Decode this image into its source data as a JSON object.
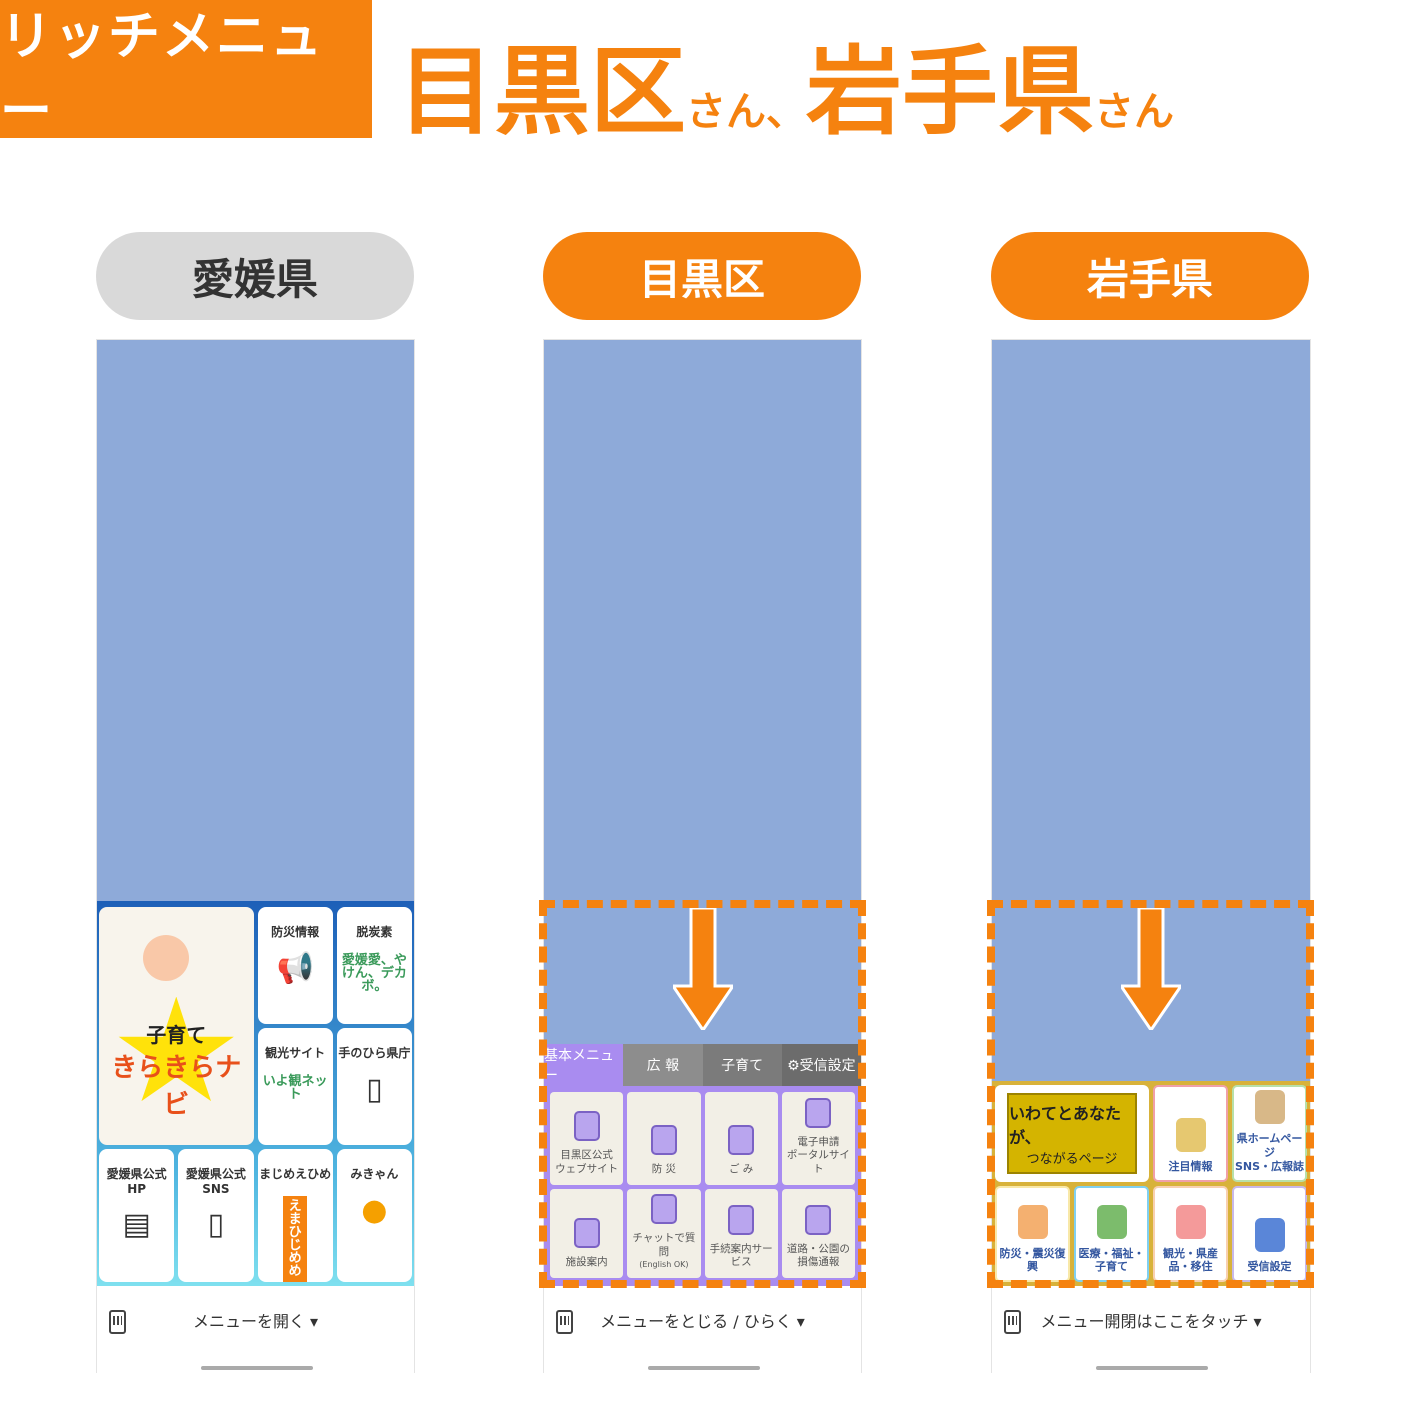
{
  "header": {
    "tag": "リッチメニュー",
    "title": [
      {
        "text": "目黒区",
        "size": "big"
      },
      {
        "text": "さん、",
        "size": "small"
      },
      {
        "text": "岩手県",
        "size": "big"
      },
      {
        "text": "さん",
        "size": "small"
      }
    ]
  },
  "colors": {
    "accent": "#f5820f",
    "sky": "#8eaad9",
    "inactive_pill": "#d9d9d9",
    "meguro_purple": "#a98cf0",
    "iwate_gold": "#d8b23a"
  },
  "ehime": {
    "label": "愛媛県",
    "kira": {
      "line1": "子育て",
      "line2": "きらきらナビ"
    },
    "tiles": [
      {
        "label": "防災情報",
        "icon": "megaphone-icon"
      },
      {
        "label": "脱炭素",
        "sub": "愛媛愛、やけん、デカボ。",
        "icon": "text-logo"
      },
      {
        "label": "観光サイト",
        "sub": "いよ観ネット",
        "icon": "orange-logo"
      },
      {
        "label": "手のひら県庁",
        "icon": "phone-hand-icon"
      },
      {
        "label": "愛媛県公式HP",
        "icon": "browser-icon"
      },
      {
        "label": "愛媛県公式SNS",
        "icon": "smartphone-icon"
      },
      {
        "label": "まじめえひめ",
        "sub": "えまひじめめ",
        "icon": "orange-badge"
      },
      {
        "label": "みきゃん",
        "icon": "mascot-icon"
      }
    ],
    "bar": "メニューを開く ▾"
  },
  "meguro": {
    "label": "目黒区",
    "tabs": [
      "基本メニュー",
      "広 報",
      "子育て",
      "⚙受信設定"
    ],
    "tiles": [
      {
        "label": "目黒区公式\nウェブサイト"
      },
      {
        "label": "防 災"
      },
      {
        "label": "ご み"
      },
      {
        "label": "電子申請\nポータルサイト"
      },
      {
        "label": "施設案内"
      },
      {
        "label": "チャットで質問",
        "sub": "(English OK)"
      },
      {
        "label": "手続案内サービス"
      },
      {
        "label": "道路・公園の\n損傷通報"
      }
    ],
    "bar": "メニューをとじる / ひらく ▾"
  },
  "iwate": {
    "label": "岩手県",
    "banner": {
      "line1": "いわてとあなたが、",
      "line2": "つながるページ"
    },
    "tiles": [
      {
        "label": "注目情報",
        "color": "#f0a0a8",
        "icon": "#e6c870"
      },
      {
        "label": "県ホームページ\nSNS・広報誌",
        "color": "#b8e0a8",
        "icon": "#d8b888"
      },
      {
        "label": "防災・震災復興",
        "color": "#f8e8a8",
        "icon": "#f4b070"
      },
      {
        "label": "医療・福祉・子育て",
        "color": "#80d0f0",
        "icon": "#7cbc6c"
      },
      {
        "label": "観光・県産品・移住",
        "color": "#f8d0b0",
        "icon": "#f49a9a"
      },
      {
        "label": "受信設定",
        "color": "#c8b8e8",
        "icon": "#5a86d8"
      }
    ],
    "bar": "メニュー開閉はここをタッチ ▾"
  }
}
